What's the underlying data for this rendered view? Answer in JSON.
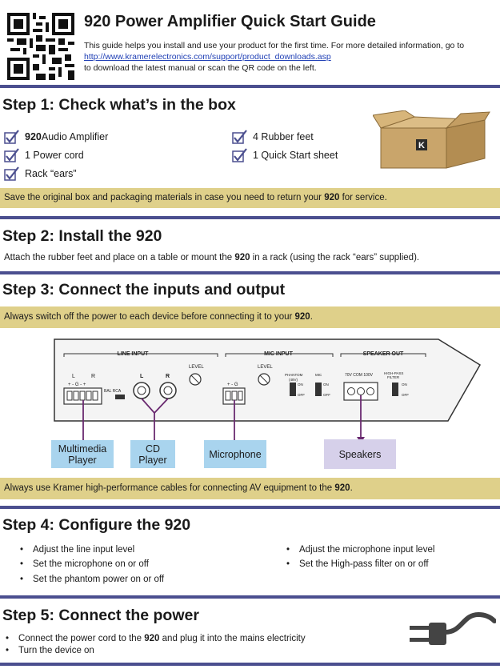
{
  "header": {
    "title": "920 Power Amplifier Quick Start Guide",
    "intro": "This guide helps you install and use your product for the first time. For more detailed information, go to",
    "link": "http://www.kramerelectronics.com/support/product_downloads.asp",
    "intro2": "to download the latest manual or scan the QR code on the left."
  },
  "step1": {
    "title": "Step 1: Check what’s in the box",
    "items": [
      {
        "bold": "920",
        "text": " Audio Amplifier"
      },
      {
        "bold": "",
        "text": "1 Power cord"
      },
      {
        "bold": "",
        "text": "Rack “ears”"
      },
      {
        "bold": "",
        "text": "4 Rubber feet"
      },
      {
        "bold": "",
        "text": "1 Quick Start sheet"
      }
    ],
    "note_pre": "Save the original box and packaging materials in case you need to return your ",
    "note_bold": "920",
    "note_post": " for service."
  },
  "step2": {
    "title": "Step 2: Install the 920",
    "text_pre": "Attach the rubber feet and place on a table or mount the ",
    "text_bold": "920",
    "text_post": " in a rack (using the rack “ears” supplied)."
  },
  "step3": {
    "title": "Step 3: Connect the inputs and output",
    "note_pre": "Always switch off the power to each device before connecting it to your ",
    "note_bold": "920",
    "note_post": ".",
    "panel": {
      "line_input": "LINE INPUT",
      "mic_input": "MIC INPUT",
      "speaker_out": "SPEAKER OUT",
      "level": "LEVEL",
      "level2": "LEVEL",
      "L": "L",
      "R": "R",
      "L2": "L",
      "R2": "R",
      "term_line": "+  -  G  -  +",
      "term_mic": "+  -  G",
      "bal_rca": "BAL  RCA",
      "phantom": "PHANTOM",
      "phantom2": "(48V)",
      "mic": "MIC",
      "on": "ON",
      "off": "OFF",
      "on2": "ON",
      "off2": "OFF",
      "on3": "ON",
      "off3": "OFF",
      "spk_labels": "70V COM 100V",
      "hpf": "HIGH-PASS",
      "hpf2": "FILTER"
    },
    "boxes": {
      "multimedia1": "Multimedia",
      "multimedia2": "Player",
      "cd1": "CD",
      "cd2": "Player",
      "microphone": "Microphone",
      "speakers": "Speakers"
    },
    "note2_pre": "Always use Kramer high-performance cables for connecting AV equipment to the ",
    "note2_bold": "920",
    "note2_post": "."
  },
  "step4": {
    "title": "Step 4: Configure the 920",
    "items": [
      "Adjust the line input level",
      "Set the microphone on or off",
      "Set the phantom power on or off",
      "Adjust the microphone input level",
      "Set the High-pass filter on or off"
    ]
  },
  "step5": {
    "title": "Step 5: Connect the power",
    "item1_pre": "Connect the power cord to the ",
    "item1_bold": "920",
    "item1_post": " and plug it into the mains electricity",
    "item2": "Turn the device on"
  },
  "colors": {
    "rule": "#4b4f8f",
    "note_bar": "#dfd08a",
    "blue_box": "#a9d4ee",
    "lavender_box": "#d6d0ea",
    "link": "#1f3fb5",
    "cable": "#6a2a70"
  }
}
